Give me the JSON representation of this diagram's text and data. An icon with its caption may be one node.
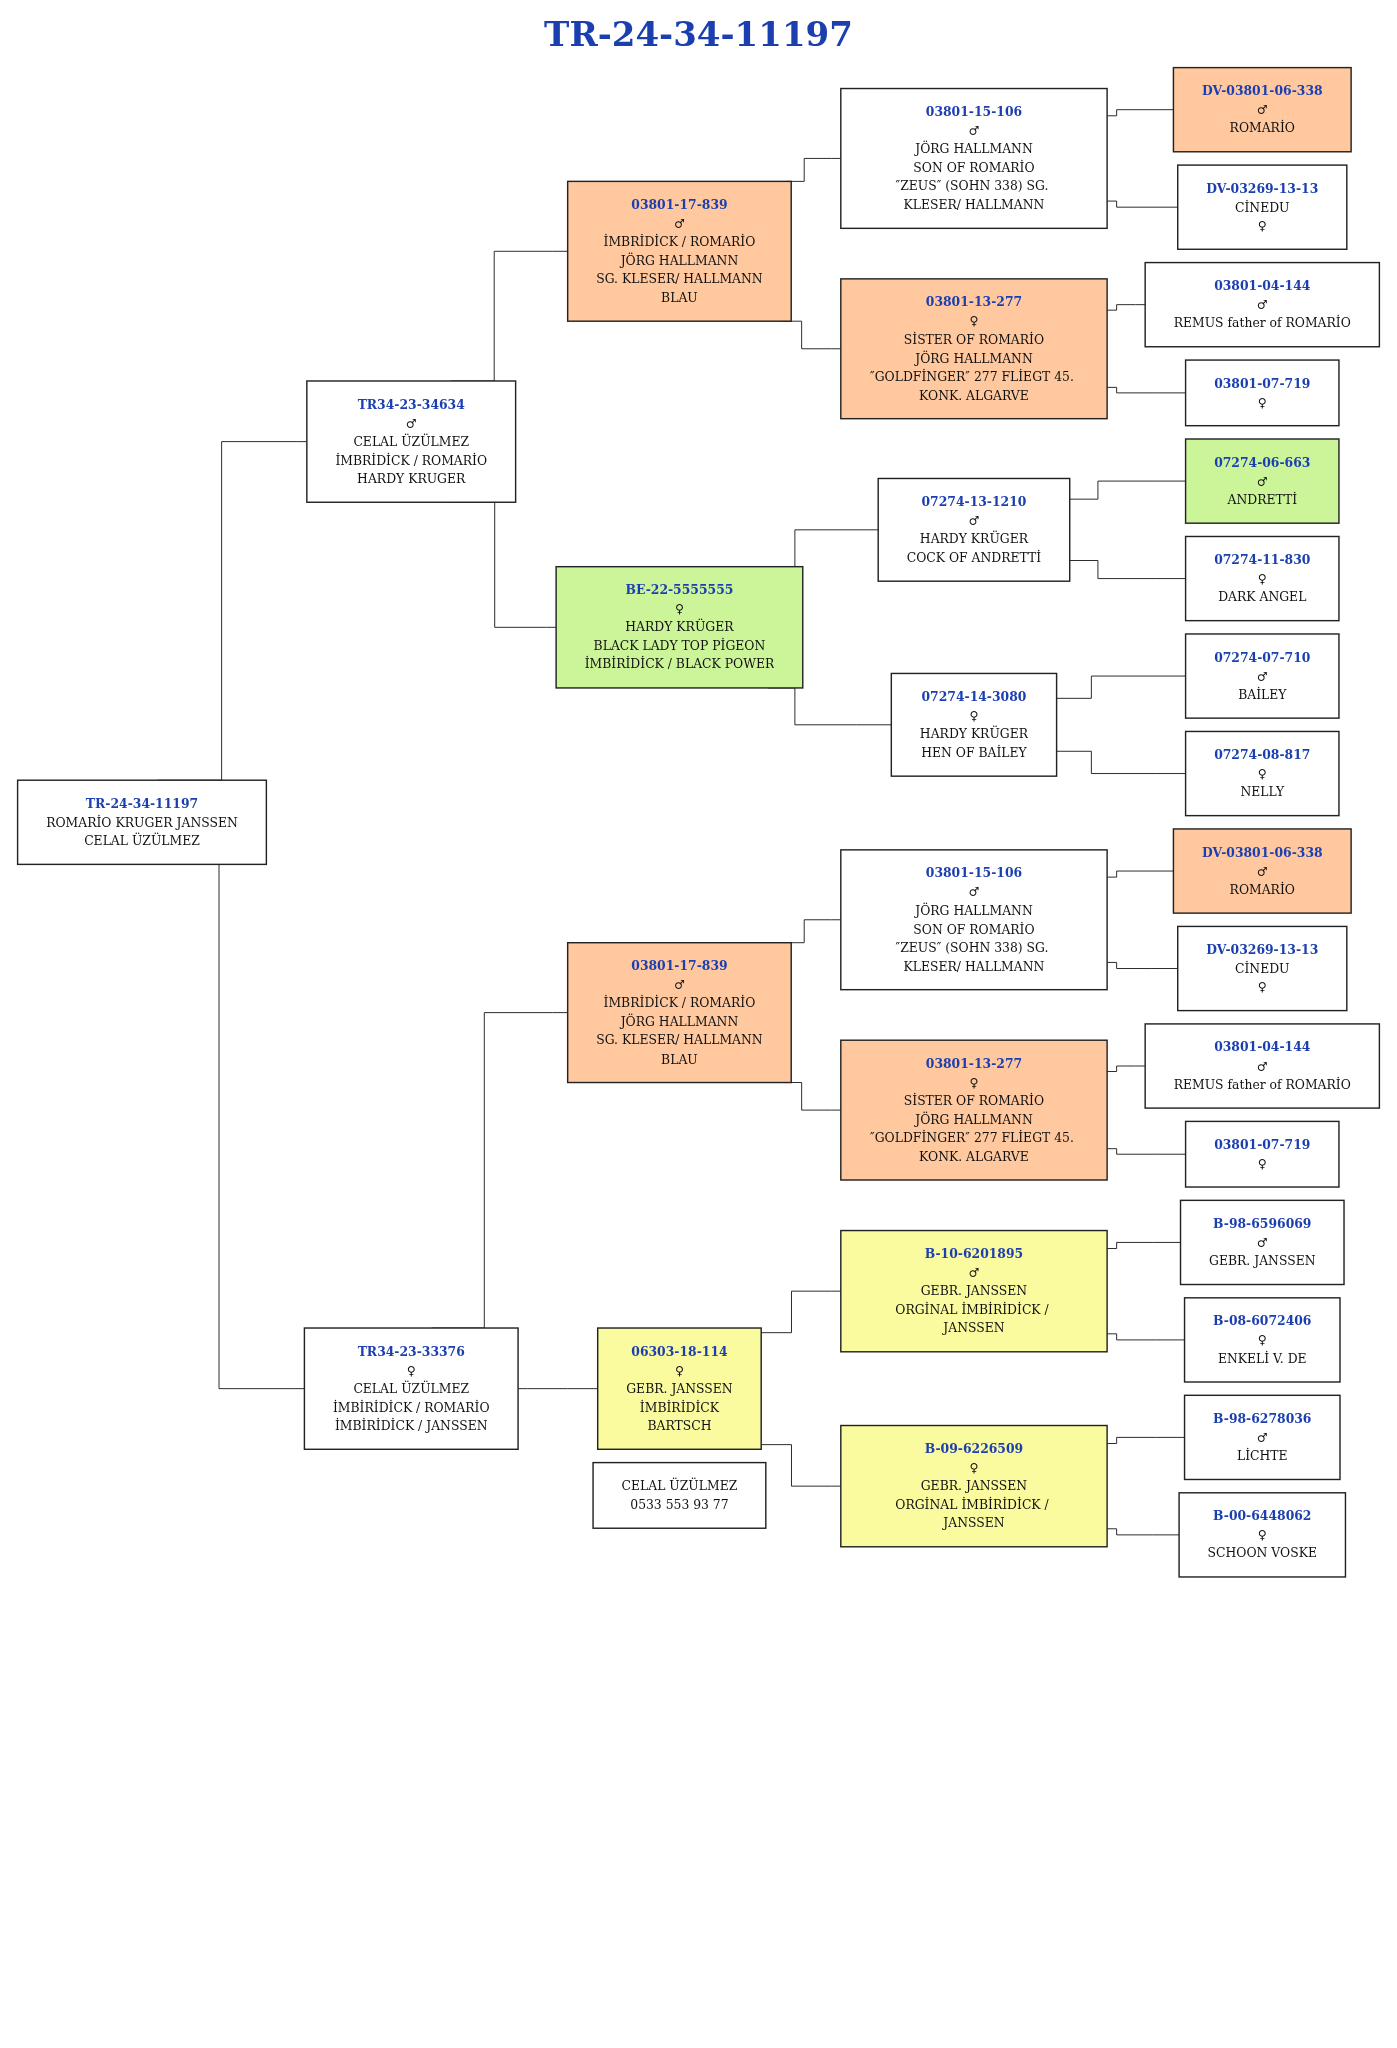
{
  "diagram": {
    "title": "TR-24-34-11197",
    "nodes": [
      {
        "text": [
          "TR-24-34-11197",
          "ROMARİO KRUGER JANSSEN",
          "CELAL ÜZÜLMEZ"
        ]
      },
      {
        "text": [
          "TR34-23-34634",
          "♂",
          "CELAL ÜZÜLMEZ",
          "İMBRİDİCK / ROMARİO",
          "HARDY KRUGER"
        ]
      },
      {
        "text": [
          "TR34-23-33376",
          "♀",
          "CELAL ÜZÜLMEZ",
          "İMBİRİDİCK / ROMARİO",
          "İMBİRİDİCK / JANSSEN"
        ]
      },
      {
        "text": [
          "03801-17-839",
          "♂",
          "İMBRİDİCK / ROMARİO",
          "JÖRG HALLMANN",
          "SG. KLESER/ HALLMANN",
          "BLAU"
        ]
      },
      {
        "text": [
          "BE-22-5555555",
          "♀",
          "HARDY KRÜGER",
          "BLACK LADY TOP PİGEON",
          "İMBİRİDİCK / BLACK POWER"
        ]
      },
      {
        "text": [
          "03801-17-839",
          "♂",
          "İMBRİDİCK / ROMARİO",
          "JÖRG HALLMANN",
          "SG. KLESER/ HALLMANN",
          "BLAU"
        ]
      },
      {
        "text": [
          "06303-18-114",
          "♀",
          "GEBR. JANSSEN",
          "İMBİRİDİCK",
          "BARTSCH"
        ]
      },
      {
        "text": [
          "03801-15-106",
          "♂",
          "JÖRG HALLMANN",
          "SON OF ROMARİO",
          "″ZEUS″ (SOHN 338) SG. KLESER/ HALLMANN"
        ]
      },
      {
        "text": [
          "03801-13-277",
          "♀",
          "SİSTER OF ROMARİO",
          "JÖRG HALLMANN",
          "″GOLDFİNGER″ 277 FLİEGT 45. KONK. ALGARVE"
        ]
      },
      {
        "text": [
          "07274-13-1210",
          "♂",
          "HARDY KRÜGER",
          "COCK OF ANDRETTİ"
        ]
      },
      {
        "text": [
          "07274-14-3080",
          "♀",
          "HARDY KRÜGER",
          "HEN OF BAİLEY"
        ]
      },
      {
        "text": [
          "03801-15-106",
          "♂",
          "JÖRG HALLMANN",
          "SON OF ROMARİO",
          "″ZEUS″ (SOHN 338) SG. KLESER/ HALLMANN"
        ]
      },
      {
        "text": [
          "03801-13-277",
          "♀",
          "SİSTER OF ROMARİO",
          "JÖRG HALLMANN",
          "″GOLDFİNGER″ 277 FLİEGT 45. KONK. ALGARVE"
        ]
      },
      {
        "text": [
          "B-10-6201895",
          "♂",
          "GEBR. JANSSEN",
          "ORGİNAL İMBİRİDİCK / JANSSEN"
        ]
      },
      {
        "text": [
          "B-09-6226509",
          "♀",
          "GEBR. JANSSEN",
          "ORGİNAL İMBİRİDİCK / JANSSEN"
        ]
      },
      {
        "text": [
          "DV-03801-06-338",
          "♂",
          "ROMARİO"
        ]
      },
      {
        "text": [
          "DV-03269-13-13",
          "CİNEDU",
          "♀"
        ]
      },
      {
        "text": [
          "03801-04-144",
          "♂",
          "REMUS father of ROMARİO"
        ]
      },
      {
        "text": [
          "03801-07-719",
          "♀"
        ]
      },
      {
        "text": [
          "07274-06-663",
          "♂",
          "ANDRETTİ"
        ]
      },
      {
        "text": [
          "07274-11-830",
          "♀",
          "DARK ANGEL"
        ]
      },
      {
        "text": [
          "07274-07-710",
          "♂",
          "BAİLEY"
        ]
      },
      {
        "text": [
          "07274-08-817",
          "♀",
          "NELLY"
        ]
      },
      {
        "text": [
          "DV-03801-06-338",
          "♂",
          "ROMARİO"
        ]
      },
      {
        "text": [
          "DV-03269-13-13",
          "CİNEDU",
          "♀"
        ]
      },
      {
        "text": [
          "03801-04-144",
          "♂",
          "REMUS father of ROMARİO"
        ]
      },
      {
        "text": [
          "03801-07-719",
          "♀"
        ]
      },
      {
        "text": [
          "B-98-6596069",
          "♂",
          "GEBR. JANSSEN"
        ]
      },
      {
        "text": [
          "B-08-6072406",
          "♀",
          "ENKELİ V. DE"
        ]
      },
      {
        "text": [
          "B-98-6278036",
          "♂",
          "LİCHTE"
        ]
      },
      {
        "text": [
          "B-00-6448062",
          "♀",
          "SCHOON VOSKE"
        ]
      },
      {
        "text": [
          "CELAL ÜZÜLMEZ",
          "0533 553 93 77"
        ]
      }
    ],
    "edges": [
      {
        "from": 0,
        "to": 1,
        "arrow": "none"
      },
      {
        "from": 0,
        "to": 2,
        "arrow": "none"
      },
      {
        "from": 1,
        "to": 3,
        "arrow": "none"
      },
      {
        "from": 1,
        "to": 4,
        "arrow": "none"
      },
      {
        "from": 2,
        "to": 5,
        "arrow": "none"
      },
      {
        "from": 2,
        "to": 6,
        "arrow": "none"
      },
      {
        "from": 3,
        "to": 7,
        "arrow": "none"
      },
      {
        "from": 3,
        "to": 8,
        "arrow": "none"
      },
      {
        "from": 4,
        "to": 9,
        "arrow": "none"
      },
      {
        "from": 4,
        "to": 10,
        "arrow": "none"
      },
      {
        "from": 5,
        "to": 11,
        "arrow": "none"
      },
      {
        "from": 5,
        "to": 12,
        "arrow": "none"
      },
      {
        "from": 6,
        "to": 13,
        "arrow": "none"
      },
      {
        "from": 6,
        "to": 14,
        "arrow": "none"
      },
      {
        "from": 7,
        "to": 15,
        "arrow": "none"
      },
      {
        "from": 7,
        "to": 16,
        "arrow": "none"
      },
      {
        "from": 8,
        "to": 17,
        "arrow": "none"
      },
      {
        "from": 8,
        "to": 18,
        "arrow": "none"
      },
      {
        "from": 9,
        "to": 19,
        "arrow": "none"
      },
      {
        "from": 9,
        "to": 20,
        "arrow": "none"
      },
      {
        "from": 10,
        "to": 21,
        "arrow": "none"
      },
      {
        "from": 10,
        "to": 22,
        "arrow": "none"
      },
      {
        "from": 11,
        "to": 23,
        "arrow": "none"
      },
      {
        "from": 11,
        "to": 24,
        "arrow": "none"
      },
      {
        "from": 12,
        "to": 25,
        "arrow": "none"
      },
      {
        "from": 12,
        "to": 26,
        "arrow": "none"
      },
      {
        "from": 13,
        "to": 27,
        "arrow": "none"
      },
      {
        "from": 13,
        "to": 28,
        "arrow": "none"
      },
      {
        "from": 14,
        "to": 29,
        "arrow": "none"
      },
      {
        "from": 14,
        "to": 30,
        "arrow": "none"
      }
    ]
  }
}
